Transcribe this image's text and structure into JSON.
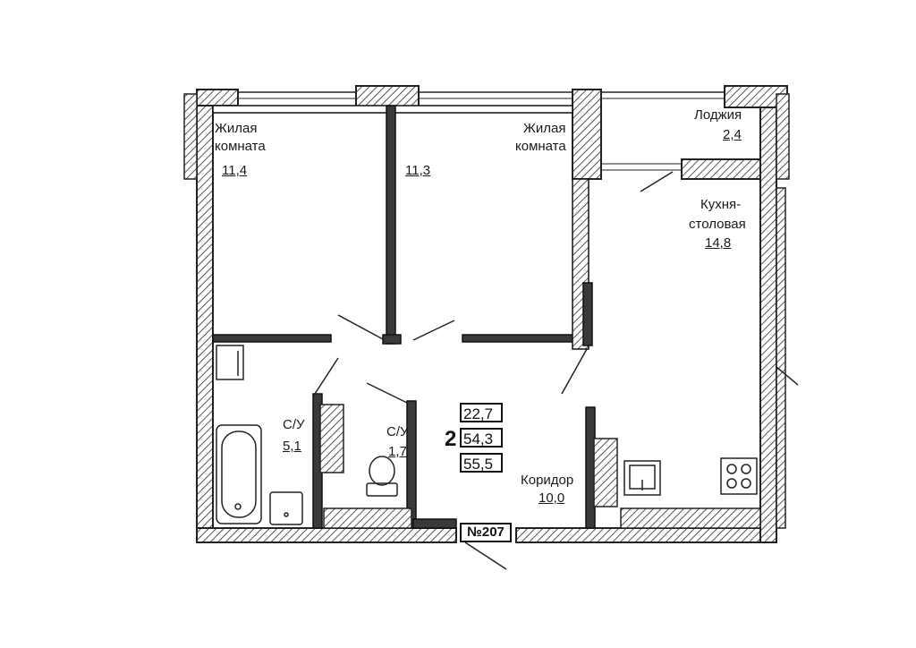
{
  "rooms": {
    "living1": {
      "name_line1": "Жилая",
      "name_line2": "комната",
      "area": "11,4"
    },
    "living2": {
      "name_line1": "Жилая",
      "name_line2": "комната",
      "area": "11,3"
    },
    "loggia": {
      "name": "Лоджия",
      "area": "2,4"
    },
    "kitchen": {
      "name_line1": "Кухня-",
      "name_line2": "столовая",
      "area": "14,8"
    },
    "bath1": {
      "name": "С/У",
      "area": "5,1"
    },
    "bath2": {
      "name": "С/У",
      "area": "1,7"
    },
    "corridor": {
      "name": "Коридор",
      "area": "10,0"
    }
  },
  "summary": {
    "rooms_count": "2",
    "living_area": "22,7",
    "total_area": "54,3",
    "total_with_loggia": "55,5"
  },
  "apartment_number": "№207",
  "colors": {
    "wall": "#3a3a3a",
    "hatch": "#666666",
    "line": "#111111"
  }
}
